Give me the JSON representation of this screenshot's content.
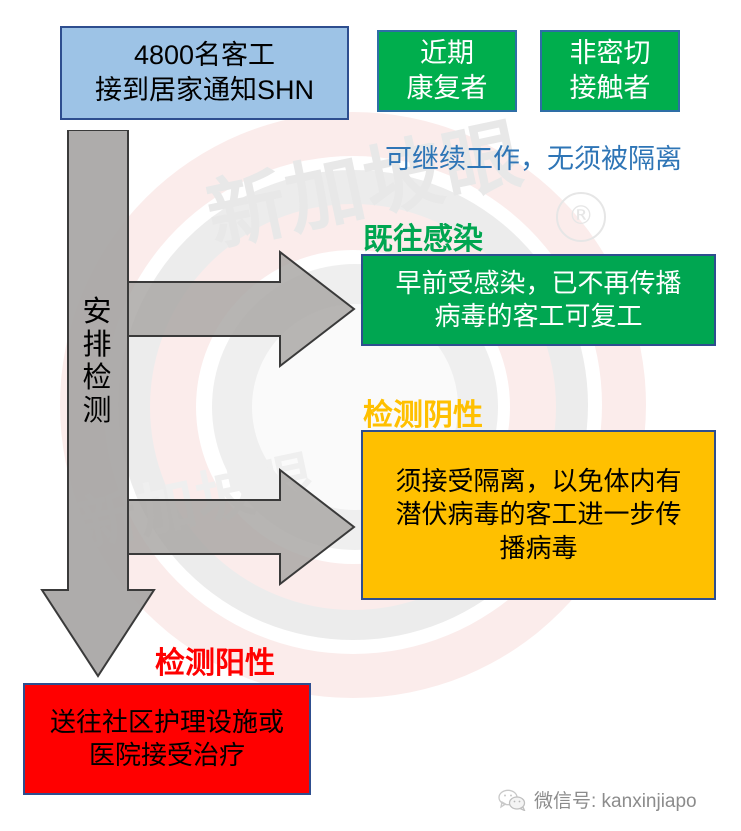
{
  "diagram": {
    "title_box": {
      "text": "4800名客工\n接到居家通知SHN",
      "bg_color": "#9DC3E6",
      "border_color": "#2E4E8F"
    },
    "exempt_boxes": [
      {
        "text": "近期\n康复者",
        "bg_color": "#00AE4D"
      },
      {
        "text": "非密切\n接触者",
        "bg_color": "#00AE4D"
      }
    ],
    "exempt_note": "可继续工作，无须被隔离",
    "exempt_note_color": "#2E75B6",
    "process_arrow_label": [
      "安",
      "排",
      "检",
      "测"
    ],
    "branches": [
      {
        "heading": "既往感染",
        "heading_color": "#00A651",
        "body": "早前受感染，已不再传播\n病毒的客工可复工",
        "bg_color": "#00A651",
        "text_color": "#FFFFFF"
      },
      {
        "heading": "检测阴性",
        "heading_color": "#FFC000",
        "body": "须接受隔离，以免体内有\n潜伏病毒的客工进一步传\n播病毒",
        "bg_color": "#FFC000",
        "text_color": "#000000"
      },
      {
        "heading": "检测阳性",
        "heading_color": "#FF0000",
        "body": "送往社区护理设施或\n医院接受治疗",
        "bg_color": "#FF0000",
        "text_color": "#000000"
      }
    ]
  },
  "watermark": {
    "brand_text": "新加坡眼",
    "registered_mark": "®"
  },
  "footer": {
    "wechat_label": "微信号: kanxinjiapo",
    "icon": "wechat-icon"
  }
}
